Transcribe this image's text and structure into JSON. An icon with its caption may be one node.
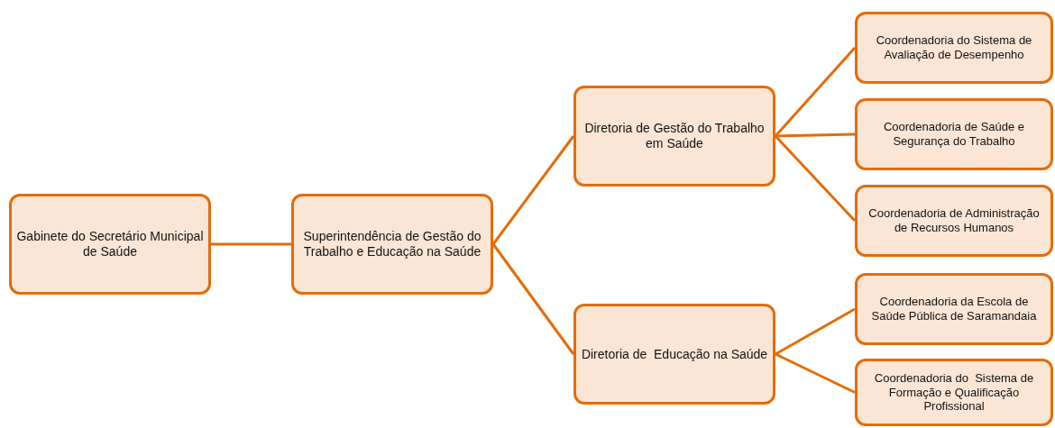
{
  "diagram": {
    "nodes": [
      {
        "text": [
          "Gabinete do Secretário Municipal de Saúde"
        ]
      },
      {
        "text": [
          "Superintendência de Gestão do Trabalho e Educação na Saúde"
        ]
      },
      {
        "text": [
          "Diretoria de Gestão do Trabalho em Saúde"
        ]
      },
      {
        "text": [
          "Diretoria de  Educação na Saúde"
        ]
      },
      {
        "text": [
          "Coordenadoria do Sistema de Avaliação de Desempenho"
        ]
      },
      {
        "text": [
          "Coordenadoria de Saúde e Segurança do Trabalho"
        ]
      },
      {
        "text": [
          "Coordenadoria de Administração de Recursos Humanos"
        ]
      },
      {
        "text": [
          "Coordenadoria da Escola de Saúde Pública de Saramandaia"
        ]
      },
      {
        "text": [
          "Coordenadoria do  Sistema de Formação e Qualificação Profissional"
        ]
      }
    ],
    "edges": [
      {
        "from": 0,
        "to": 1,
        "arrow": "none"
      },
      {
        "from": 1,
        "to": 2,
        "arrow": "none"
      },
      {
        "from": 1,
        "to": 3,
        "arrow": "none"
      },
      {
        "from": 2,
        "to": 4,
        "arrow": "none"
      },
      {
        "from": 2,
        "to": 5,
        "arrow": "none"
      },
      {
        "from": 2,
        "to": 6,
        "arrow": "none"
      },
      {
        "from": 3,
        "to": 7,
        "arrow": "none"
      },
      {
        "from": 3,
        "to": 8,
        "arrow": "none"
      }
    ]
  }
}
